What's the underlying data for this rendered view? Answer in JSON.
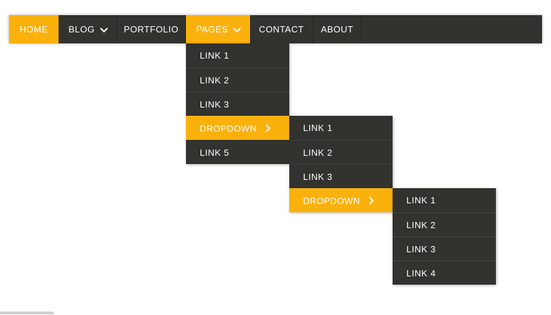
{
  "theme": {
    "accent_yellow": "#fab10c",
    "menu_dark": "#32322f",
    "text_color": "#ffffff",
    "separator_dark": "#252523",
    "cutoff_gray": "#cfcfcf"
  },
  "icons": {
    "dropdown_indicator": "chevron-down-icon",
    "submenu_indicator": "chevron-right-icon"
  },
  "navbar": {
    "items": [
      {
        "label": "HOME",
        "active": true,
        "has_dropdown": false
      },
      {
        "label": "BLOG",
        "active": false,
        "has_dropdown": true
      },
      {
        "label": "PORTFOLIO",
        "active": false,
        "has_dropdown": false
      },
      {
        "label": "PAGES",
        "active": true,
        "has_dropdown": true
      },
      {
        "label": "CONTACT",
        "active": false,
        "has_dropdown": false
      },
      {
        "label": "ABOUT",
        "active": false,
        "has_dropdown": false
      }
    ]
  },
  "menus": {
    "pages_dropdown": {
      "items": [
        {
          "label": "LINK 1",
          "highlighted": false,
          "has_submenu": false
        },
        {
          "label": "LINK 2",
          "highlighted": false,
          "has_submenu": false
        },
        {
          "label": "LINK 3",
          "highlighted": false,
          "has_submenu": false
        },
        {
          "label": "DROPDOWN",
          "highlighted": true,
          "has_submenu": true
        },
        {
          "label": "LINK 5",
          "highlighted": false,
          "has_submenu": false
        }
      ]
    },
    "submenu_level2": {
      "items": [
        {
          "label": "LINK 1",
          "highlighted": false,
          "has_submenu": false
        },
        {
          "label": "LINK 2",
          "highlighted": false,
          "has_submenu": false
        },
        {
          "label": "LINK 3",
          "highlighted": false,
          "has_submenu": false
        },
        {
          "label": "DROPDOWN",
          "highlighted": true,
          "has_submenu": true
        }
      ]
    },
    "submenu_level3": {
      "items": [
        {
          "label": "LINK 1",
          "highlighted": false,
          "has_submenu": false
        },
        {
          "label": "LINK 2",
          "highlighted": false,
          "has_submenu": false
        },
        {
          "label": "LINK 3",
          "highlighted": false,
          "has_submenu": false
        },
        {
          "label": "LINK 4",
          "highlighted": false,
          "has_submenu": false
        }
      ]
    }
  }
}
